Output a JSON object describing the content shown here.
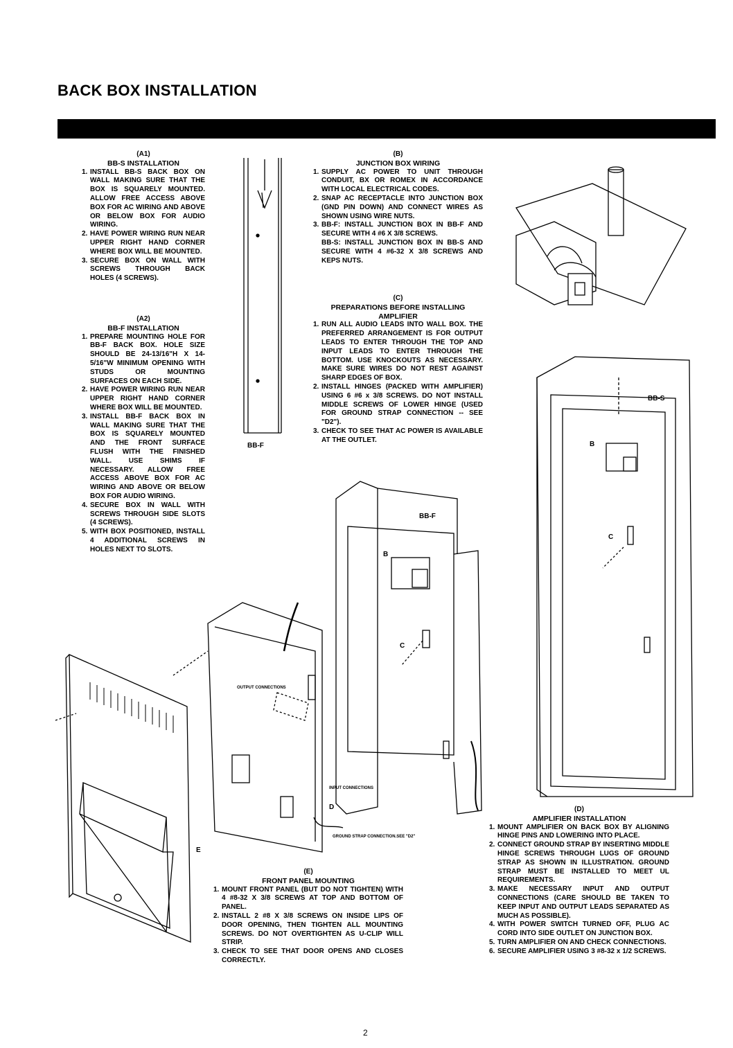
{
  "page_title": "BACK BOX INSTALLATION",
  "page_number": "2",
  "sections": {
    "a1": {
      "label": "(A1)",
      "heading": "BB-S INSTALLATION",
      "items": [
        "INSTALL BB-S BACK BOX ON WALL MAKING SURE THAT THE BOX IS SQUARELY MOUNTED. ALLOW FREE ACCESS ABOVE BOX FOR AC WIRING AND ABOVE OR BELOW BOX FOR AUDIO WIRING.",
        "HAVE POWER WIRING RUN NEAR UPPER RIGHT HAND CORNER WHERE BOX WILL BE MOUNTED.",
        "SECURE BOX ON WALL WITH SCREWS THROUGH BACK HOLES (4 SCREWS)."
      ]
    },
    "a2": {
      "label": "(A2)",
      "heading": "BB-F INSTALLATION",
      "items": [
        "PREPARE MOUNTING HOLE FOR BB-F BACK BOX. HOLE SIZE SHOULD BE 24-13/16\"H X 14-5/16\"W MINIMUM OPENING WITH STUDS OR MOUNTING SURFACES ON EACH SIDE.",
        "HAVE POWER WIRING RUN NEAR UPPER RIGHT HAND CORNER WHERE BOX WILL BE MOUNTED.",
        "INSTALL BB-F BACK BOX IN WALL MAKING SURE THAT THE BOX IS SQUARELY MOUNTED AND THE FRONT SURFACE FLUSH WITH THE FINISHED WALL. USE SHIMS IF NECESSARY. ALLOW FREE ACCESS ABOVE BOX FOR AC WIRING AND ABOVE OR BELOW BOX FOR AUDIO WIRING.",
        "SECURE BOX IN WALL WITH SCREWS THROUGH SIDE SLOTS (4 SCREWS).",
        "WITH BOX POSITIONED, INSTALL 4 ADDITIONAL SCREWS IN HOLES NEXT TO SLOTS."
      ]
    },
    "b": {
      "label": "(B)",
      "heading": "JUNCTION BOX WIRING",
      "items": [
        "SUPPLY AC POWER TO UNIT THROUGH CONDUIT, BX OR ROMEX IN ACCORDANCE WITH LOCAL ELECTRICAL CODES.",
        "SNAP AC RECEPTACLE INTO JUNCTION BOX (GND PIN DOWN) AND CONNECT WIRES AS SHOWN USING WIRE NUTS.",
        "BB-F: INSTALL JUNCTION BOX IN BB-F AND SECURE WITH 4 #6 X 3/8 SCREWS."
      ],
      "extra": "BB-S: INSTALL JUNCTION BOX IN BB-S AND SECURE WITH 4 #6-32 X 3/8 SCREWS AND KEPS NUTS."
    },
    "c": {
      "label": "(C)",
      "heading_1": "PREPARATIONS BEFORE INSTALLING",
      "heading_2": "AMPLIFIER",
      "items": [
        "RUN ALL AUDIO LEADS INTO WALL BOX. THE PREFERRED ARRANGEMENT IS FOR OUTPUT LEADS TO ENTER THROUGH THE TOP AND INPUT LEADS TO ENTER THROUGH THE BOTTOM. USE KNOCKOUTS AS NECESSARY. MAKE SURE WIRES DO NOT REST AGAINST SHARP EDGES OF BOX.",
        "INSTALL HINGES (PACKED WITH AMPLIFIER) USING 6 #6 x 3/8 SCREWS. DO NOT INSTALL MIDDLE SCREWS OF LOWER HINGE (USED FOR GROUND STRAP CONNECTION -- SEE \"D2\").",
        "CHECK TO SEE THAT AC POWER IS AVAILABLE AT THE OUTLET."
      ]
    },
    "d": {
      "label": "(D)",
      "heading": "AMPLIFIER INSTALLATION",
      "items": [
        "MOUNT AMPLIFIER ON BACK BOX BY ALIGNING HINGE PINS AND LOWERING INTO PLACE.",
        "CONNECT GROUND STRAP BY INSERTING MIDDLE HINGE SCREWS THROUGH LUGS OF GROUND STRAP AS SHOWN IN ILLUSTRATION. GROUND STRAP MUST BE INSTALLED TO MEET UL REQUIREMENTS.",
        "MAKE NECESSARY INPUT AND OUTPUT CONNECTIONS (CARE SHOULD BE TAKEN TO KEEP INPUT AND OUTPUT LEADS SEPARATED AS MUCH AS POSSIBLE).",
        "WITH POWER SWITCH TURNED OFF, PLUG AC CORD INTO SIDE OUTLET ON JUNCTION BOX.",
        "TURN AMPLIFIER ON AND CHECK CONNECTIONS.",
        "SECURE AMPLIFIER USING 3 #8-32 x 1/2 SCREWS."
      ]
    },
    "e": {
      "label": "(E)",
      "heading": "FRONT PANEL MOUNTING",
      "items": [
        "MOUNT FRONT PANEL (BUT DO NOT TIGHTEN) WITH 4 #8-32 X 3/8 SCREWS AT TOP AND BOTTOM OF PANEL.",
        "INSTALL 2 #8 X 3/8 SCREWS ON INSIDE LIPS OF DOOR OPENING, THEN TIGHTEN ALL MOUNTING SCREWS. DO NOT OVERTIGHTEN AS U-CLIP WILL STRIP.",
        "CHECK TO SEE THAT DOOR OPENS AND CLOSES CORRECTLY."
      ]
    }
  },
  "diagram_labels": {
    "bbf_side": "BB-F",
    "bbs": "BB-S",
    "bbf": "BB-F",
    "b1": "B",
    "b2": "B",
    "c1": "C",
    "c2": "C",
    "d": "D",
    "e": "E",
    "output": "OUTPUT CONNECTIONS",
    "input": "INPUT CONNECTIONS",
    "ground": "GROUND STRAP CONNECTION.SEE \"D2\""
  }
}
